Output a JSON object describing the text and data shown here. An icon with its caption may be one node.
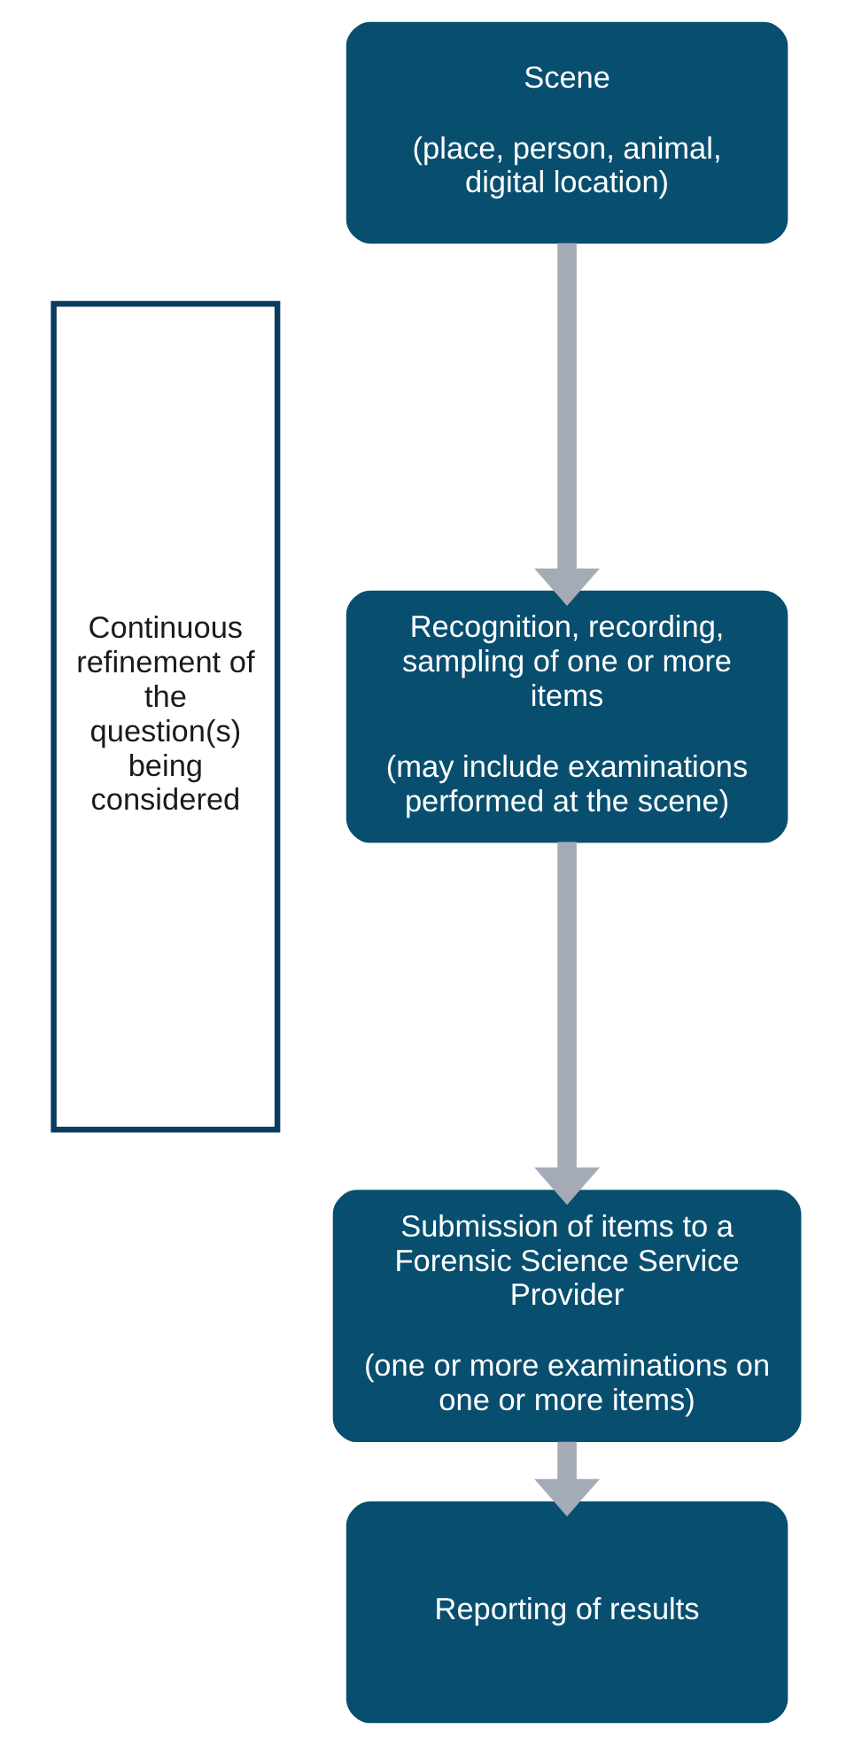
{
  "diagram": {
    "nodes": [
      {
        "text": [
          "Scene",
          "(place, person, animal, digital location)"
        ]
      },
      {
        "text": [
          "Recognition, recording, sampling of one or more items",
          "(may include examinations performed at the scene)"
        ]
      },
      {
        "text": [
          "Submission of items to a Forensic Science Service Provider",
          "(one or more examinations on one or more items)"
        ]
      },
      {
        "text": [
          "Reporting of results"
        ]
      },
      {
        "text": [
          "Continuous refinement of the question(s) being considered"
        ]
      }
    ],
    "edges": [
      {
        "from": 0,
        "to": 1,
        "arrow": "to"
      },
      {
        "from": 1,
        "to": 2,
        "arrow": "to"
      },
      {
        "from": 2,
        "to": 3,
        "arrow": "to"
      }
    ]
  }
}
